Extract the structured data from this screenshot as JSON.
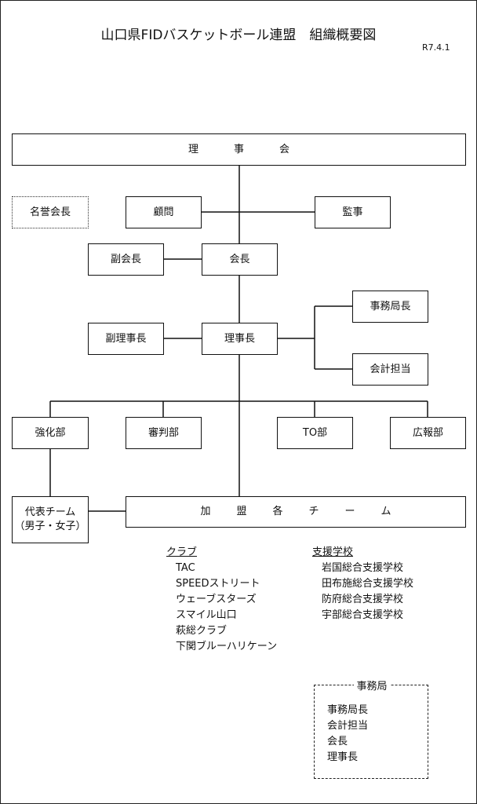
{
  "title": "山口県FIDバスケットボール連盟　組織概要図",
  "date": "R7.4.1",
  "nodes": {
    "board": "理　事　会",
    "honorary_chair": "名誉会長",
    "advisor": "顧問",
    "auditor": "監事",
    "vice_chair": "副会長",
    "chair": "会長",
    "vice_director": "副理事長",
    "director": "理事長",
    "office_director": "事務局長",
    "accountant": "会計担当",
    "strengthening": "強化部",
    "referee": "審判部",
    "to": "TO部",
    "pr": "広報部",
    "representative": "代表チーム",
    "representative_sub": "（男子・女子）",
    "member_teams": "加　盟　各　チ　ー　ム"
  },
  "clubs": {
    "heading": "クラブ",
    "items": [
      "TAC",
      "SPEEDストリート",
      "ウェーブスターズ",
      "スマイル山口",
      "萩総クラブ",
      "下関ブルーハリケーン"
    ]
  },
  "schools": {
    "heading": "支援学校",
    "items": [
      "岩国総合支援学校",
      "田布施総合支援学校",
      "防府総合支援学校",
      "宇部総合支援学校"
    ]
  },
  "office": {
    "heading": "事務局",
    "items": [
      "事務局長",
      "会計担当",
      "会長",
      "理事長"
    ]
  }
}
